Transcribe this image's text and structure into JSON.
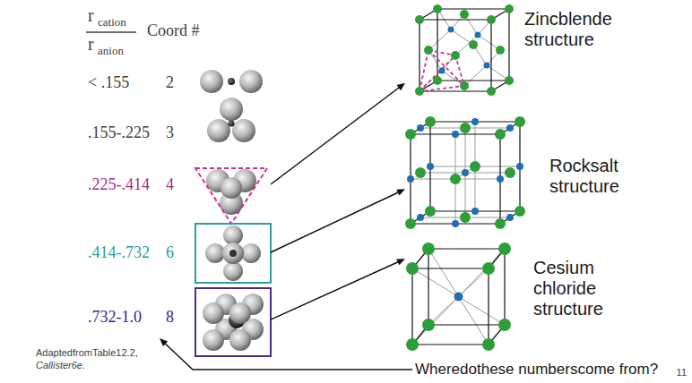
{
  "diagram": {
    "nodes": [
      {
        "text": [
          "< .155",
          "2"
        ]
      },
      {
        "text": [
          ".155-.225",
          "3"
        ]
      },
      {
        "text": [
          ".225-.414",
          "4"
        ]
      },
      {
        "text": [
          ".414-.732",
          "6"
        ]
      },
      {
        "text": [
          ".732-1.0",
          "8"
        ]
      },
      {
        "text": [
          "Zincblende structure"
        ]
      },
      {
        "text": [
          "Rocksalt structure"
        ]
      },
      {
        "text": [
          "Cesium chloride structure"
        ]
      },
      {
        "text": [
          "Wheredothese numberscome from?"
        ]
      }
    ],
    "edges": [
      {
        "from": 2,
        "to": 5,
        "arrow": "to"
      },
      {
        "from": 3,
        "to": 6,
        "arrow": "to"
      },
      {
        "from": 4,
        "to": 7,
        "arrow": "to"
      },
      {
        "from": 8,
        "to": 4,
        "arrow": "to"
      }
    ],
    "labels": [
      "r",
      "cation",
      "r",
      "anion",
      "Coord #",
      "AdaptedfromTable12.2,",
      "Callister6e.",
      "11"
    ]
  }
}
